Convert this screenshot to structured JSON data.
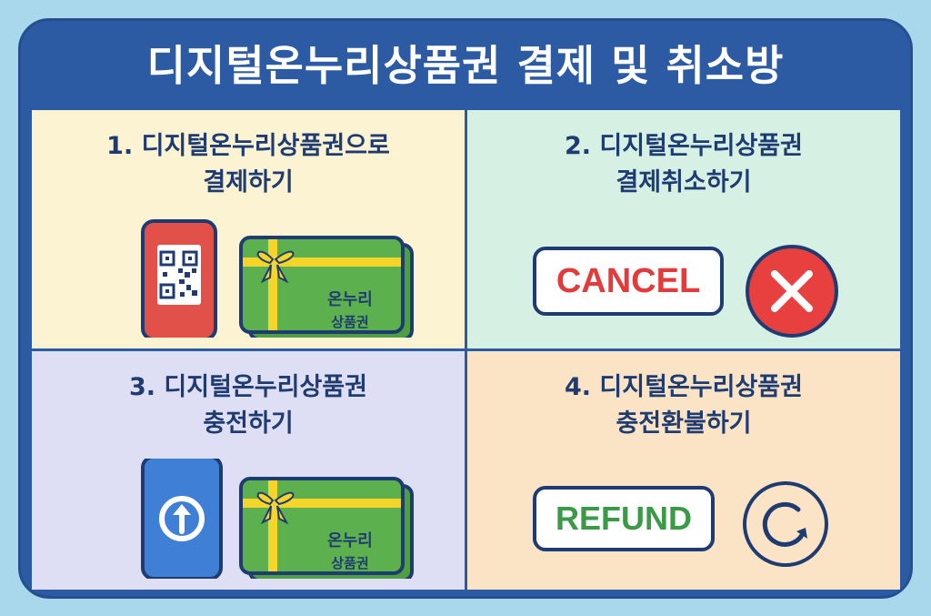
{
  "title": "디지털온누리상품권 결제 및 취소방",
  "panels": [
    {
      "line1": "1. 디지털온누리상품권으로",
      "line2": "결제하기",
      "card_line1": "온누리",
      "card_line2": "상품권"
    },
    {
      "line1": "2. 디지털온누리상품권",
      "line2": "결제취소하기",
      "button_label": "CANCEL"
    },
    {
      "line1": "3. 디지털온누리상품권",
      "line2": "충전하기",
      "card_line1": "온누리",
      "card_line2": "상품권"
    },
    {
      "line1": "4. 디지털온누리상품권",
      "line2": "충전환불하기",
      "button_label": "REFUND"
    }
  ],
  "colors": {
    "background": "#a9d8ec",
    "frame": "#2c5aa3",
    "text_dark": "#1f3c72",
    "panel1": "#fcf3d3",
    "panel2": "#d6f1e4",
    "panel3": "#dedff4",
    "panel4": "#fbe4c5",
    "cancel_red": "#e23b3b",
    "refund_green": "#3a9a45",
    "card_green": "#5db04e",
    "ribbon_yellow": "#f6d52a",
    "phone_red": "#e2504a",
    "phone_blue": "#3f7fd6"
  },
  "icons": [
    "qr-phone-icon",
    "gift-card-icon",
    "cancel-x-icon",
    "upload-phone-icon",
    "refund-arrow-icon"
  ]
}
